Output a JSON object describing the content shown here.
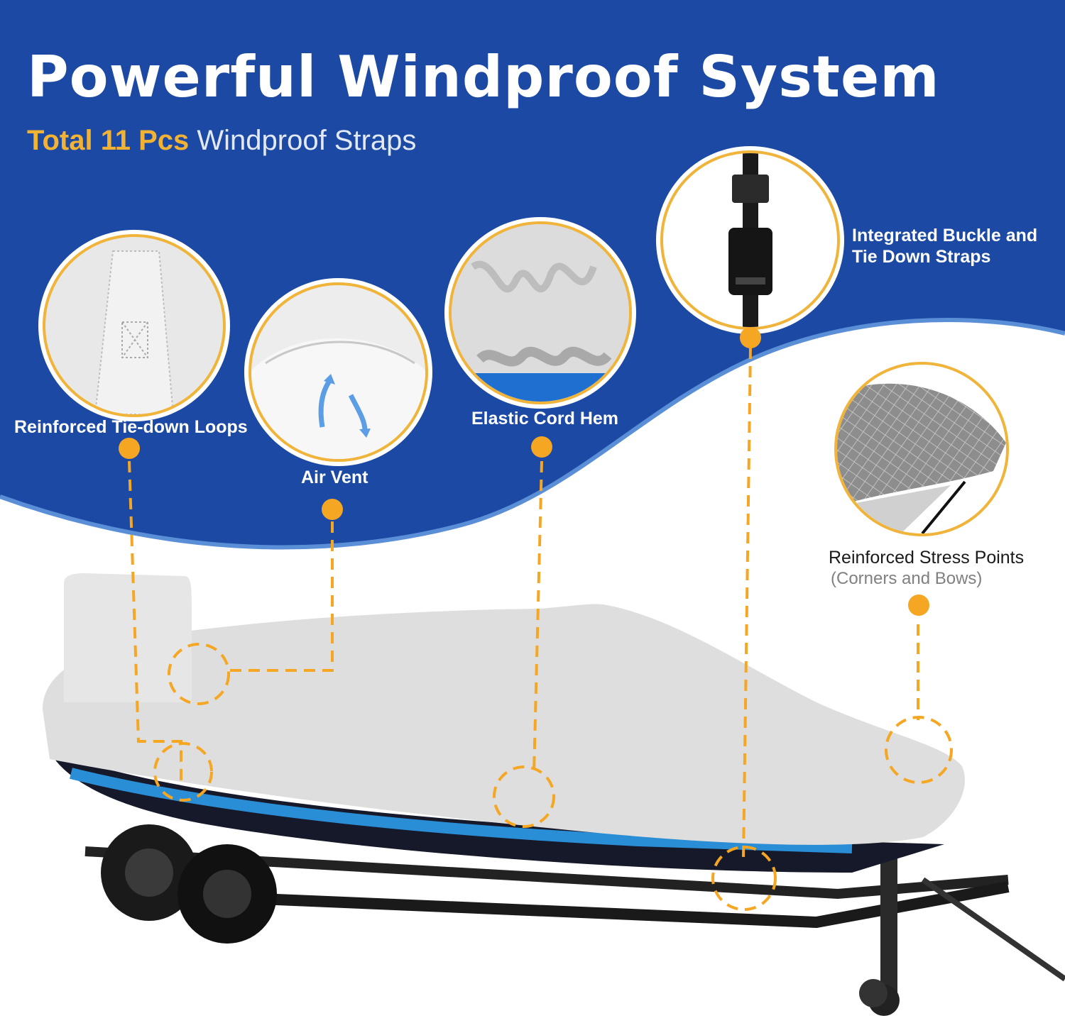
{
  "header": {
    "title": "Powerful Windproof System",
    "subtitle_highlight": "Total  11 Pcs",
    "subtitle_rest": "Windproof Straps"
  },
  "features": [
    {
      "label": "Reinforced Tie-down Loops"
    },
    {
      "label": "Air Vent"
    },
    {
      "label": "Elastic Cord Hem"
    },
    {
      "label": "Integrated Buckle and",
      "label_line2": "Tie Down Straps"
    },
    {
      "label": "Reinforced Stress Points",
      "sublabel": "(Corners and Bows)"
    }
  ],
  "colors": {
    "background_blue": "#1b49a3",
    "accent_orange": "#f5a623",
    "highlight_text": "#f2b233",
    "circle_border": "#f0b43a"
  }
}
